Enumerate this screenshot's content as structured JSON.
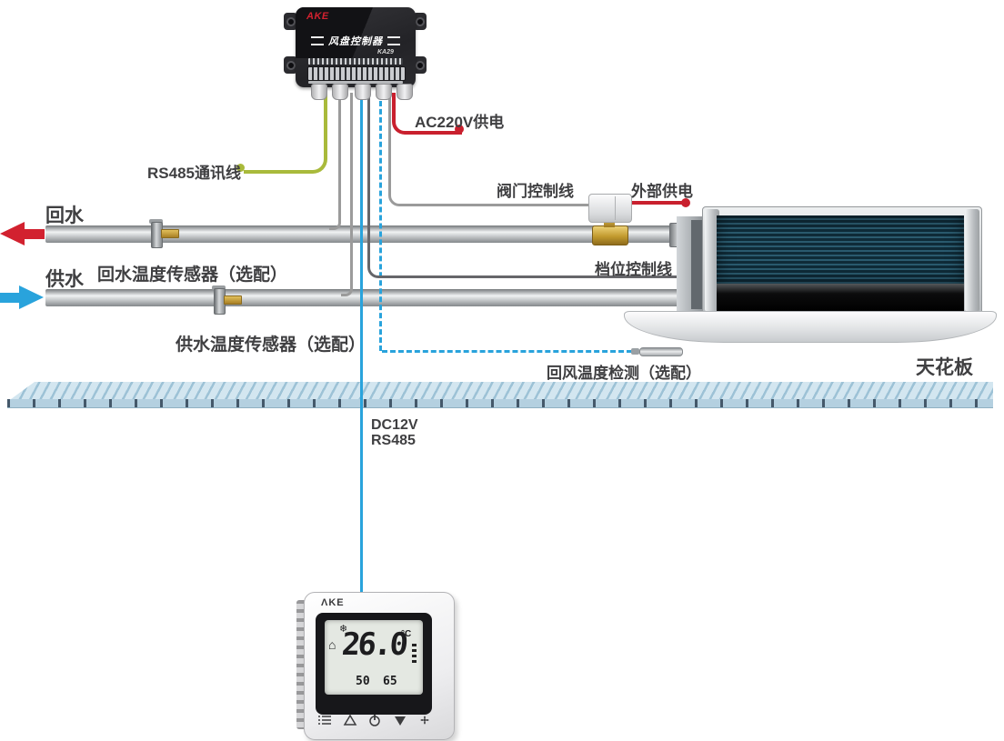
{
  "colors": {
    "wire_rs485_green": "#a9ba3b",
    "wire_power_red": "#c9202e",
    "wire_bus_blue": "#29a3dc",
    "wire_gray": "#9b9b9b",
    "wire_dark_gray": "#66666a",
    "label_text": "#3f3f41",
    "brand_red": "#d2212f",
    "ceiling_blue": "#b4d0e0",
    "valve_brass": "#c29b2e"
  },
  "controller": {
    "brand": "AKE",
    "title": "风盘控制器",
    "model": "KA29"
  },
  "labels": {
    "rs485_comm": "RS485通讯线",
    "ac220_power": "AC220V供电",
    "return_water": "回水",
    "supply_water": "供水",
    "return_water_sensor": "回水温度传感器（选配）",
    "supply_water_sensor": "供水温度传感器（选配）",
    "valve_control": "阀门控制线",
    "external_power": "外部供电",
    "fan_speed_control": "档位控制线",
    "return_air_sensor": "回风温度检测（选配）",
    "ceiling": "天花板",
    "bus_line1": "DC12V",
    "bus_line2": "RS485"
  },
  "thermostat": {
    "brand": "ΛKE",
    "temperature": "26.0",
    "unit": "°C",
    "value_left": "50",
    "value_right": "65",
    "mode_icon": "snowflake-cooling",
    "home_icon": "house",
    "buttons": [
      "menu",
      "up",
      "power",
      "down",
      "fan"
    ]
  }
}
